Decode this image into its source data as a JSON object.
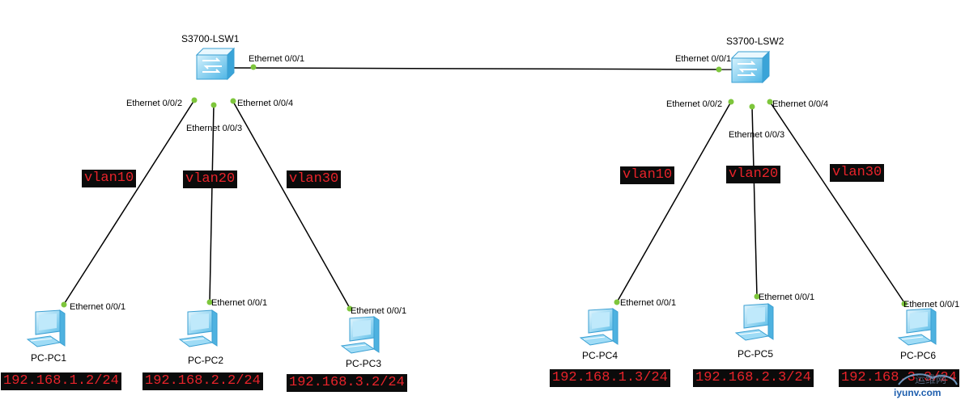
{
  "switches": [
    {
      "id": "sw1",
      "name": "S3700-LSW1"
    },
    {
      "id": "sw2",
      "name": "S3700-LSW2"
    }
  ],
  "trunk": {
    "sw1_port": "Ethernet 0/0/1",
    "sw2_port": "Ethernet 0/0/1"
  },
  "pcs": [
    {
      "name": "PC-PC1",
      "port": "Ethernet 0/0/1",
      "switch_port": "Ethernet 0/0/2",
      "vlan": "vlan10",
      "ip": "192.168.1.2/24"
    },
    {
      "name": "PC-PC2",
      "port": "Ethernet 0/0/1",
      "switch_port": "Ethernet 0/0/3",
      "vlan": "vlan20",
      "ip": "192.168.2.2/24"
    },
    {
      "name": "PC-PC3",
      "port": "Ethernet 0/0/1",
      "switch_port": "Ethernet 0/0/4",
      "vlan": "vlan30",
      "ip": "192.168.3.2/24"
    },
    {
      "name": "PC-PC4",
      "port": "Ethernet 0/0/1",
      "switch_port": "Ethernet 0/0/2",
      "vlan": "vlan10",
      "ip": "192.168.1.3/24"
    },
    {
      "name": "PC-PC5",
      "port": "Ethernet 0/0/1",
      "switch_port": "Ethernet 0/0/3",
      "vlan": "vlan20",
      "ip": "192.168.2.3/24"
    },
    {
      "name": "PC-PC6",
      "port": "Ethernet 0/0/1",
      "switch_port": "Ethernet 0/0/4",
      "vlan": "vlan30",
      "ip": "192.168.3.3/24"
    }
  ],
  "watermark": {
    "text": "iyunv.com"
  },
  "colors": {
    "link": "#000000",
    "port_dot": "#7ec63c",
    "tag_bg": "#0b0b0b",
    "tag_text": "#e8232a",
    "device": "#6ec7ee"
  }
}
